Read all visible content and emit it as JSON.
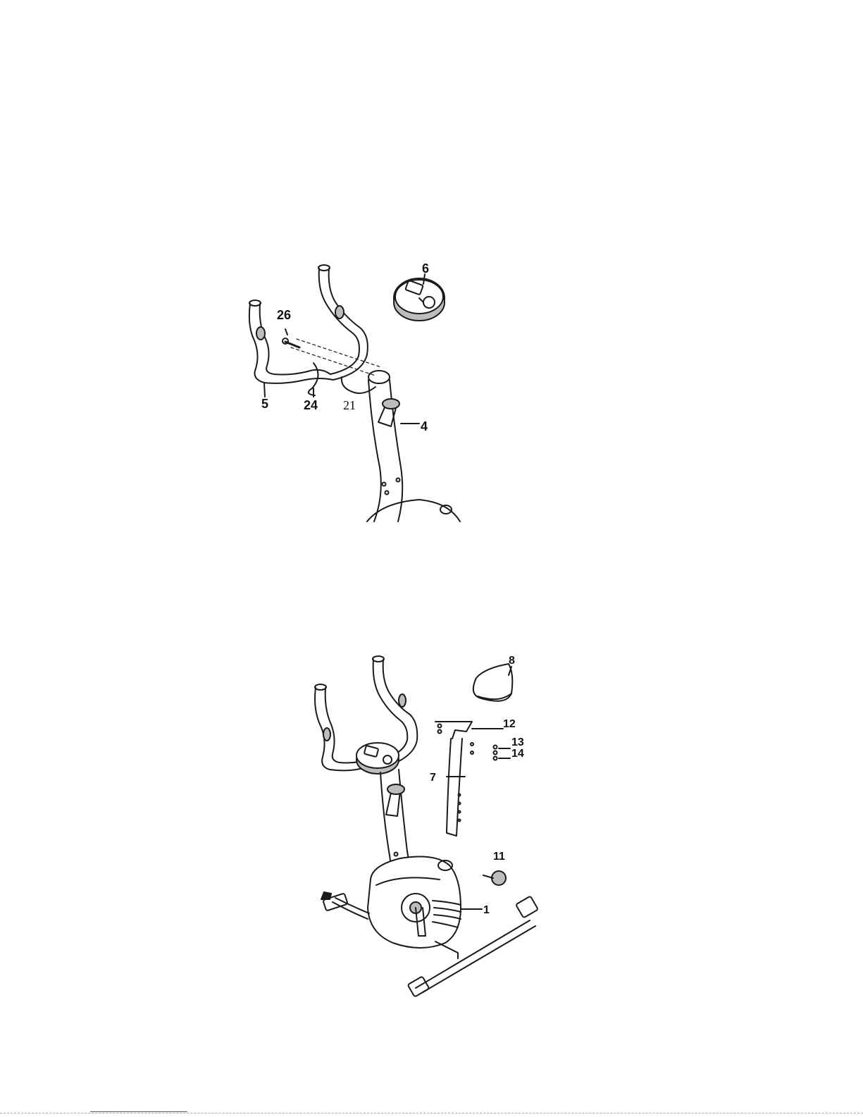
{
  "figure_1": {
    "labels": {
      "part_6": "6",
      "part_26": "26",
      "part_5": "5",
      "part_24": "24",
      "part_21": "21",
      "part_4": "4"
    }
  },
  "figure_2": {
    "labels": {
      "part_8": "8",
      "part_12": "12",
      "part_13": "13",
      "part_14": "14",
      "part_7": "7",
      "part_11": "11",
      "part_1": "1"
    }
  },
  "colors": {
    "line": "#1a1a1a",
    "shade": "#bdbdbd",
    "footer_link": "#3355cc"
  }
}
